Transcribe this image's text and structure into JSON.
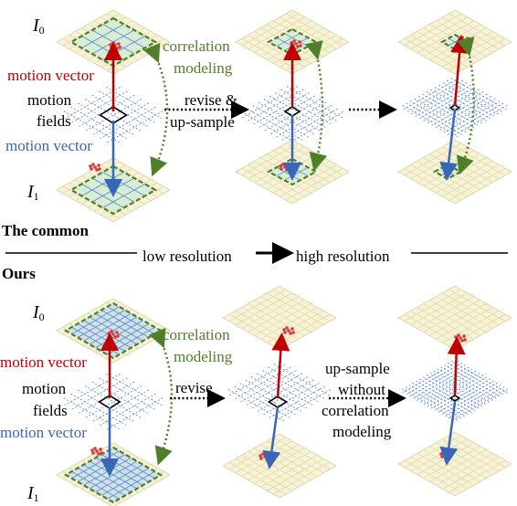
{
  "colors": {
    "plane_fill": "#f7f3d9",
    "plane_grid": "#e3d8a4",
    "region_fill": "#d8ecd6",
    "green": "#4f7f2a",
    "blue_grid": "#5b86c8",
    "red_arrow": "#c00000",
    "blue_arrow": "#3a66b8"
  },
  "top": {
    "label_I0": "I",
    "label_I0_sub": "0",
    "label_I1": "I",
    "label_I1_sub": "1",
    "motion_vector_red": "motion vector",
    "motion": "motion",
    "fields": "fields",
    "motion_vector_blue": "motion vector",
    "correlation": "correlation",
    "modeling": "modeling",
    "revise_line1": "revise &",
    "revise_line2": "up-sample"
  },
  "middle": {
    "the_common": "The common",
    "low_resolution": "low resolution",
    "high_resolution": "high resolution",
    "ours": "Ours"
  },
  "bottom": {
    "label_I0": "I",
    "label_I0_sub": "0",
    "label_I1": "I",
    "label_I1_sub": "1",
    "motion_vector_red": "motion vector",
    "motion": "motion",
    "fields": "fields",
    "motion_vector_blue": "motion vector",
    "correlation": "correlation",
    "modeling": "modeling",
    "revise": "revise",
    "upsample_line1": "up-sample",
    "upsample_line2": "without",
    "upsample_line3": "correlation",
    "upsample_line4": "modeling"
  }
}
